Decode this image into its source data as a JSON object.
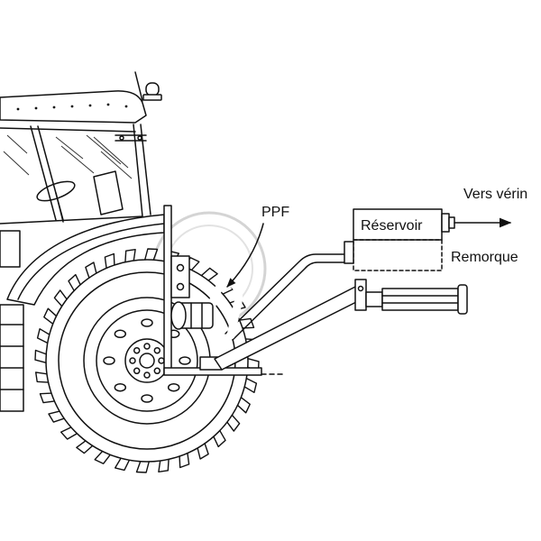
{
  "labels": {
    "ppf": "PPF",
    "reservoir": "Réservoir",
    "vers_verin": "Vers vérin",
    "remorque": "Remorque"
  },
  "colors": {
    "line": "#111111",
    "background": "#ffffff",
    "ghost": "#d4d4d4"
  }
}
